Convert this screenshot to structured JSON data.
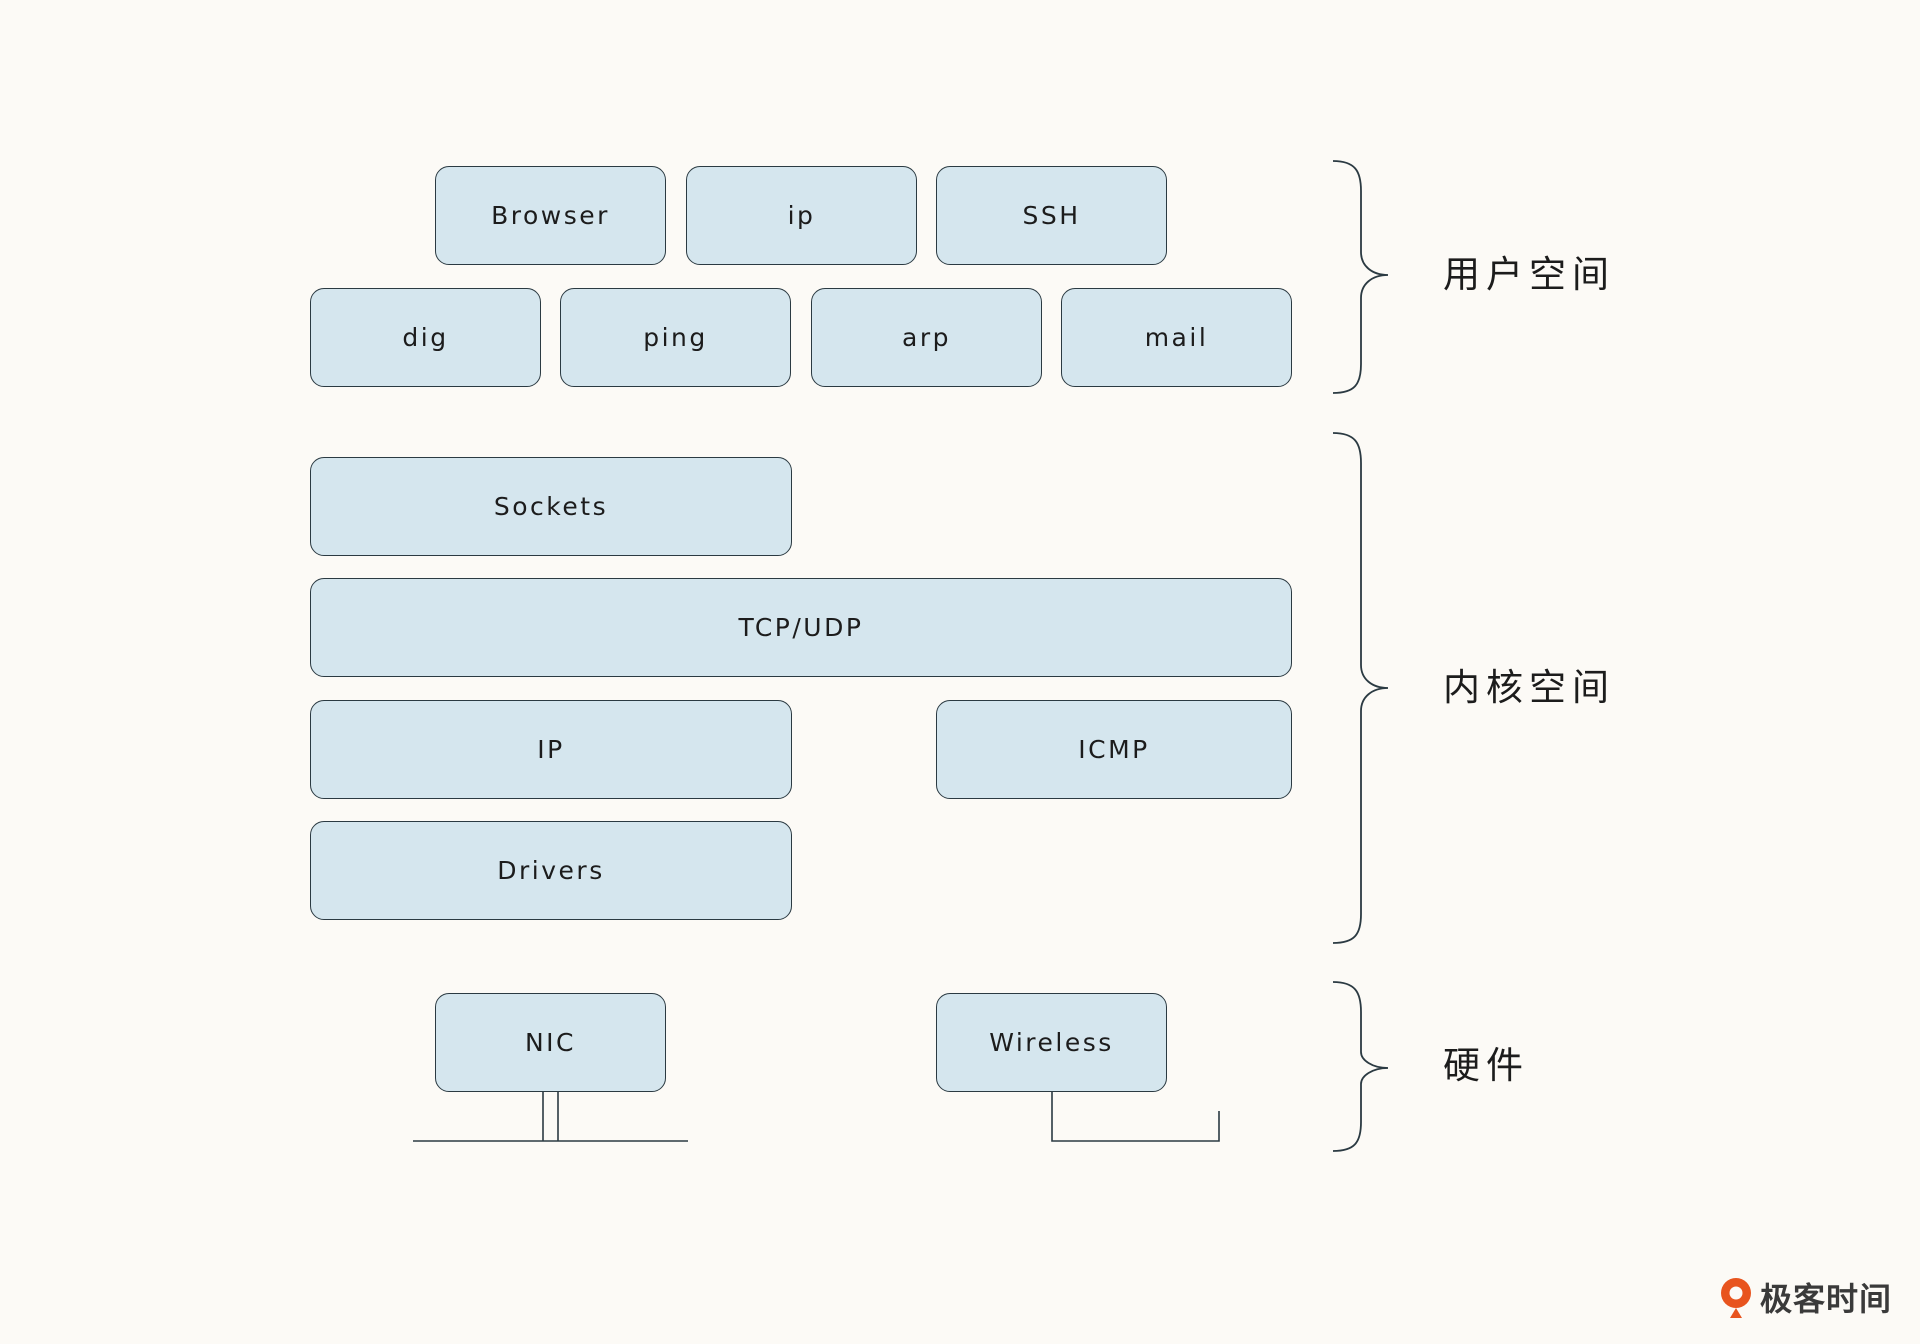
{
  "user_space": {
    "label": "用户空间",
    "row1": [
      "Browser",
      "ip",
      "SSH"
    ],
    "row2": [
      "dig",
      "ping",
      "arp",
      "mail"
    ]
  },
  "kernel_space": {
    "label": "内核空间",
    "sockets": "Sockets",
    "tcp_udp": "TCP/UDP",
    "ip": "IP",
    "icmp": "ICMP",
    "drivers": "Drivers"
  },
  "hardware": {
    "label": "硬件",
    "nic": "NIC",
    "wireless": "Wireless"
  },
  "branding": {
    "logo_text": "极客时间",
    "accent_color": "#e8541e"
  },
  "colors": {
    "box_fill": "#d5e6ee",
    "box_stroke": "#2b3a42",
    "background": "#fcfaf6"
  }
}
